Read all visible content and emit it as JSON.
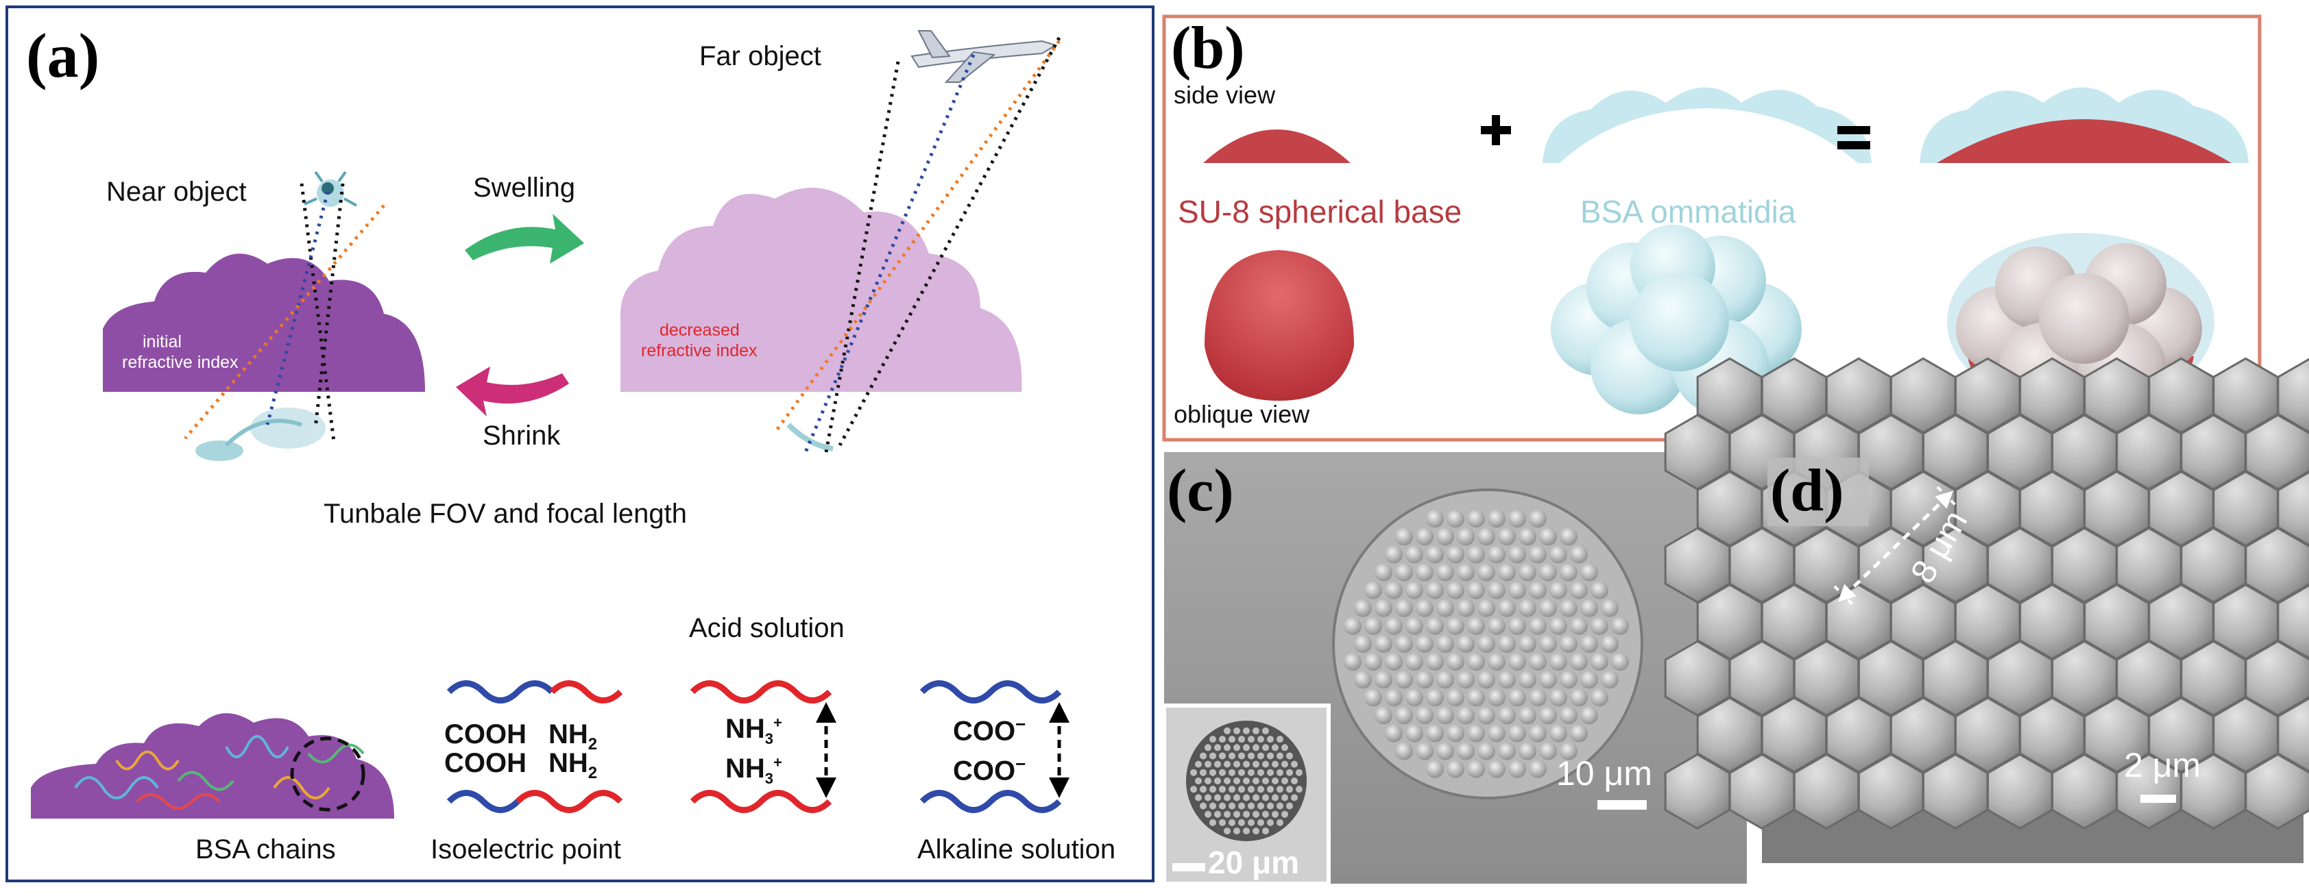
{
  "panel_a": {
    "label": "(a)",
    "near_object": "Near object",
    "far_object": "Far object",
    "swelling": "Swelling",
    "shrink": "Shrink",
    "initial_index_line1": "initial",
    "initial_index_line2": "refractive index",
    "decreased_index_line1": "decreased",
    "decreased_index_line2": "refractive index",
    "caption": "Tunbale FOV and focal length",
    "bsa_chains": "BSA chains",
    "isoelectric_point": "Isoelectric point",
    "acid_solution": "Acid solution",
    "alkaline_solution": "Alkaline solution",
    "cooh_1": "COOH",
    "cooh_2": "COOH",
    "nh2_1": "NH",
    "nh2_2": "NH",
    "nh2_sub": "2",
    "nh3_1": "NH",
    "nh3_2": "NH",
    "nh3_sub": "3",
    "plus": "+",
    "coo_1": "COO",
    "coo_2": "COO",
    "minus": "−"
  },
  "panel_b": {
    "label": "(b)",
    "side_view": "side view",
    "oblique_view": "oblique view",
    "plus_sign": "+",
    "equals_sign": "=",
    "su8_label": "SU-8 spherical base",
    "bsa_label": "BSA ommatidia"
  },
  "panel_c": {
    "label": "(c)",
    "scale_main": "10 μm",
    "scale_inset": "20 μm"
  },
  "panel_d": {
    "label": "(d)",
    "scale_main": "2 μm",
    "spacing": "8 μm"
  },
  "colors": {
    "purple_dark": "#8f4ea6",
    "purple_light": "#d9b4dc",
    "red_base": "#c44348",
    "bsa_cyan": "#cdeaf0",
    "wave_red": "#e0262b",
    "wave_blue": "#2f4aa8",
    "frame_blue": "#1f3a7a",
    "frame_salmon": "#d9826d"
  }
}
